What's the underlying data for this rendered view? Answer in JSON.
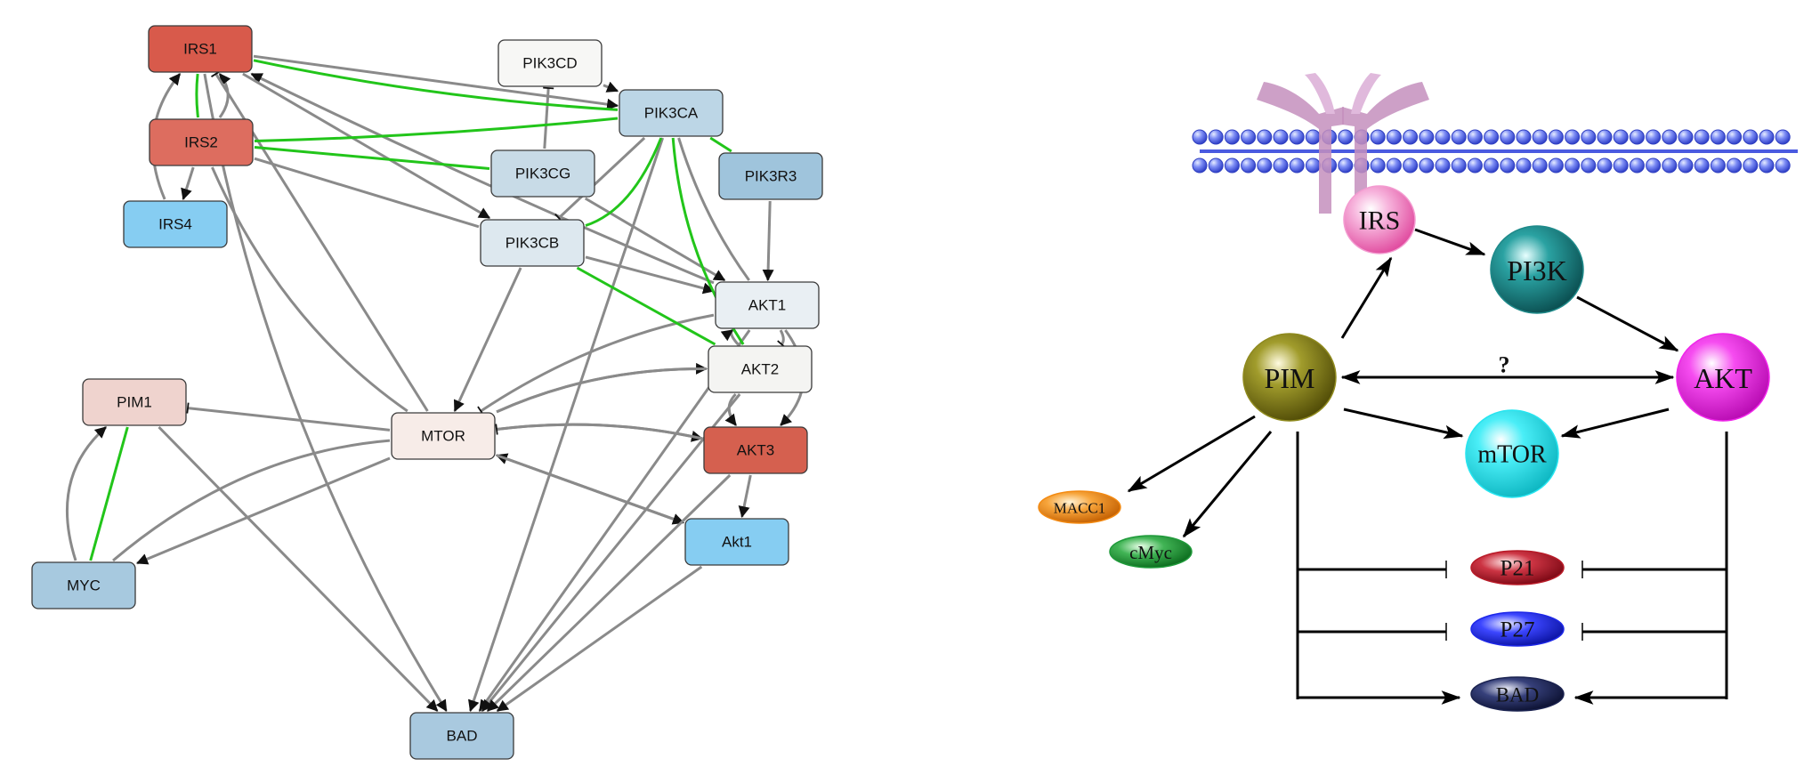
{
  "network": {
    "nodes": [
      {
        "id": "IRS1",
        "label": "IRS1",
        "color": "#d85a4b"
      },
      {
        "id": "IRS2",
        "label": "IRS2",
        "color": "#dd6d5f"
      },
      {
        "id": "IRS4",
        "label": "IRS4",
        "color": "#86cdf2"
      },
      {
        "id": "PIK3CD",
        "label": "PIK3CD",
        "color": "#f7f7f5"
      },
      {
        "id": "PIK3CA",
        "label": "PIK3CA",
        "color": "#bcd6e6"
      },
      {
        "id": "PIK3CG",
        "label": "PIK3CG",
        "color": "#c8dbe7"
      },
      {
        "id": "PIK3R3",
        "label": "PIK3R3",
        "color": "#9fc4dc"
      },
      {
        "id": "PIK3CB",
        "label": "PIK3CB",
        "color": "#dde8ef"
      },
      {
        "id": "AKT1",
        "label": "AKT1",
        "color": "#e9eff3"
      },
      {
        "id": "AKT2",
        "label": "AKT2",
        "color": "#f4f4f2"
      },
      {
        "id": "AKT3",
        "label": "AKT3",
        "color": "#d5604f"
      },
      {
        "id": "Akt1",
        "label": "Akt1",
        "color": "#86cdf2"
      },
      {
        "id": "PIM1",
        "label": "PIM1",
        "color": "#efd3ce"
      },
      {
        "id": "MTOR",
        "label": "MTOR",
        "color": "#f7ece8"
      },
      {
        "id": "MYC",
        "label": "MYC",
        "color": "#a7c9df"
      },
      {
        "id": "BAD",
        "label": "BAD",
        "color": "#a9c9df"
      }
    ],
    "edges": [
      {
        "from": "IRS1",
        "to": "PIK3CA",
        "type": "arrow"
      },
      {
        "from": "PIK3CD",
        "to": "PIK3CA",
        "type": "arrow"
      },
      {
        "from": "IRS2",
        "to": "IRS1",
        "type": "arrow"
      },
      {
        "from": "IRS4",
        "to": "IRS1",
        "type": "arrow"
      },
      {
        "from": "IRS2",
        "to": "IRS4",
        "type": "arrow"
      },
      {
        "from": "AKT1",
        "to": "IRS1",
        "type": "arrow"
      },
      {
        "from": "IRS1",
        "to": "PIK3CB",
        "type": "arrow"
      },
      {
        "from": "IRS1",
        "to": "BAD",
        "type": "arrow"
      },
      {
        "from": "PIK3CG",
        "to": "PIK3CD",
        "type": "inhibit"
      },
      {
        "from": "MTOR",
        "to": "IRS1",
        "type": "inhibit"
      },
      {
        "from": "IRS2",
        "to": "MTOR",
        "type": "line"
      },
      {
        "from": "IRS2",
        "to": "PIK3CB",
        "type": "line"
      },
      {
        "from": "PIK3CA",
        "to": "AKT1",
        "type": "line"
      },
      {
        "from": "PIK3R3",
        "to": "AKT1",
        "type": "arrow"
      },
      {
        "from": "PIK3CB",
        "to": "AKT1",
        "type": "arrow"
      },
      {
        "from": "PIK3CB",
        "to": "MTOR",
        "type": "arrow"
      },
      {
        "from": "PIK3CG",
        "to": "AKT1",
        "type": "arrow"
      },
      {
        "from": "PIK3CA",
        "to": "BAD",
        "type": "arrow"
      },
      {
        "from": "PIK3CA",
        "to": "PIK3CB",
        "type": "inhibit"
      },
      {
        "from": "MTOR",
        "to": "PIM1",
        "type": "inhibit"
      },
      {
        "from": "MTOR",
        "to": "AKT2",
        "type": "arrow"
      },
      {
        "from": "MTOR",
        "to": "AKT3",
        "type": "arrow"
      },
      {
        "from": "AKT1",
        "to": "MTOR",
        "type": "inhibit"
      },
      {
        "from": "AKT3",
        "to": "MTOR",
        "type": "inhibit"
      },
      {
        "from": "AKT2",
        "to": "MTOR",
        "type": "line"
      },
      {
        "from": "Akt1",
        "to": "MTOR",
        "type": "arrow"
      },
      {
        "from": "MTOR",
        "to": "Akt1",
        "type": "arrow"
      },
      {
        "from": "MTOR",
        "to": "MYC",
        "type": "arrow"
      },
      {
        "from": "MYC",
        "to": "MTOR",
        "type": "line"
      },
      {
        "from": "MYC",
        "to": "PIM1",
        "type": "arrow"
      },
      {
        "from": "PIM1",
        "to": "BAD",
        "type": "arrow"
      },
      {
        "from": "AKT1",
        "to": "BAD",
        "type": "arrow"
      },
      {
        "from": "AKT2",
        "to": "BAD",
        "type": "arrow"
      },
      {
        "from": "AKT3",
        "to": "BAD",
        "type": "arrow"
      },
      {
        "from": "Akt1",
        "to": "BAD",
        "type": "arrow"
      },
      {
        "from": "AKT3",
        "to": "Akt1",
        "type": "arrow"
      },
      {
        "from": "AKT2",
        "to": "AKT1",
        "type": "arrow"
      },
      {
        "from": "AKT2",
        "to": "AKT3",
        "type": "arrow"
      },
      {
        "from": "AKT1",
        "to": "AKT3",
        "type": "arrow"
      },
      {
        "from": "AKT1",
        "to": "AKT2",
        "type": "inhibit"
      }
    ],
    "green_edges": [
      {
        "from": "IRS1",
        "to": "IRS2"
      },
      {
        "from": "IRS1",
        "to": "PIK3CA"
      },
      {
        "from": "IRS2",
        "to": "PIK3CA"
      },
      {
        "from": "IRS2",
        "to": "PIK3CG"
      },
      {
        "from": "PIK3CA",
        "to": "PIK3CB"
      },
      {
        "from": "PIK3CA",
        "to": "AKT2"
      },
      {
        "from": "PIK3CA",
        "to": "PIK3R3"
      },
      {
        "from": "PIK3CB",
        "to": "AKT2"
      },
      {
        "from": "PIM1",
        "to": "MYC"
      }
    ]
  },
  "pathway": {
    "nodes": [
      {
        "id": "IRS",
        "label": "IRS",
        "color": "#f39bd0"
      },
      {
        "id": "PI3K",
        "label": "PI3K",
        "color": "#1f8a8a"
      },
      {
        "id": "PIM",
        "label": "PIM",
        "color": "#8f8a1e"
      },
      {
        "id": "AKT",
        "label": "AKT",
        "color": "#f026ea"
      },
      {
        "id": "mTOR",
        "label": "mTOR",
        "color": "#27e5f0"
      },
      {
        "id": "MACC1",
        "label": "MACC1",
        "color": "#f38a12"
      },
      {
        "id": "cMyc",
        "label": "cMyc",
        "color": "#1f9a3a"
      },
      {
        "id": "P21",
        "label": "P21",
        "color": "#b81b28"
      },
      {
        "id": "P27",
        "label": "P27",
        "color": "#1d27e8"
      },
      {
        "id": "BAD",
        "label": "BAD",
        "color": "#1b2350"
      }
    ],
    "unknown_link_label": "?"
  }
}
